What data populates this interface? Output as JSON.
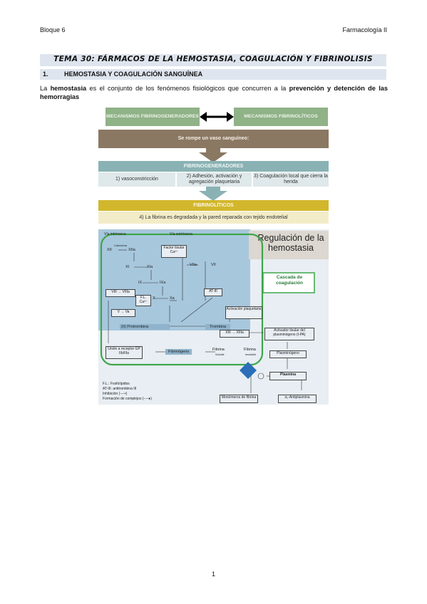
{
  "header": {
    "left": "Bloque 6",
    "right": "Farmacología II"
  },
  "title": "TEMA 30: FÁRMACOS DE LA HEMOSTASIA, COAGULACIÓN Y FIBRINOLISIS",
  "section": {
    "number": "1.",
    "title": "HEMOSTASIA Y COAGULACIÓN SANGUÍNEA"
  },
  "paragraph": {
    "p1": "La ",
    "b1": "hemostasia",
    "p2": " es el conjunto de los fenómenos fisiológicos que concurren a la ",
    "b2": "prevención y detención de las hemorragias"
  },
  "figure": {
    "mech_left": "MECANISMOS FIBRINOGENERADORES",
    "mech_right": "MECANISMOS FIBRINOLÍTICOS",
    "vessel": "Se rompe un vaso sanguíneo:",
    "fibrino_header": "FIBRINOGENERADORES",
    "step1": "1) vasoconstricción",
    "step2": "2) Adhesión, activación y agregación plaquetaria",
    "step3": "3) Coagulación local que cierra la herida",
    "fibrinolytic_header": "FIBRINOLÍTICOS",
    "step4": "4) La fibrina es degradada y la pared reparada con tejido endotelial",
    "photo": {
      "title": "Regulación de la hemostasia",
      "cascade_label": "Cascada de coagulación",
      "via_intrinseca": "Vía intrínseca",
      "via_extrinseca": "Vía extrínseca",
      "calicreina": "Calicreína",
      "xii": "XII",
      "xiia": "XIIa",
      "xi": "XI",
      "xia": "XIa",
      "ix": "IX",
      "ixa": "IXa",
      "x": "X",
      "xa": "Xa",
      "viii": "VIII",
      "viiia": "VIIIa",
      "v": "V",
      "va": "Va",
      "vii": "VII",
      "viia": "VIIa",
      "factor_tisular": "Factor tisular Ca²⁺",
      "fl": "F.L. Ca²⁺",
      "at3": "AT-III",
      "activacion": "Activación plaquetaria",
      "protrombina": "(II) Protrombina",
      "trombina": "Trombina",
      "xiii": "XIII",
      "xiiia": "XIIIa",
      "union": "Unión a receptor GP IIb/IIIa",
      "fibrinogeno": "Fibrinógeno",
      "fibrina_soluble": "Fibrina",
      "soluble": "Soluble",
      "fibrina_insoluble": "Fibrina",
      "insoluble": "Insoluble",
      "tpa": "Activador tisular del plasminógeno (t-PA)",
      "plasminogeno": "Plasminógeno",
      "plasmina": "Plasmina",
      "monomeros": "Monómeros de fibrina",
      "antiplasmina": "α₂-Antiplasmina",
      "legend": [
        "F.L.: Fosfolípidos",
        "AT-III: antitrombina III",
        "Inhibición (----•)",
        "Formación de complejos (----●)"
      ]
    }
  },
  "page_number": "1"
}
